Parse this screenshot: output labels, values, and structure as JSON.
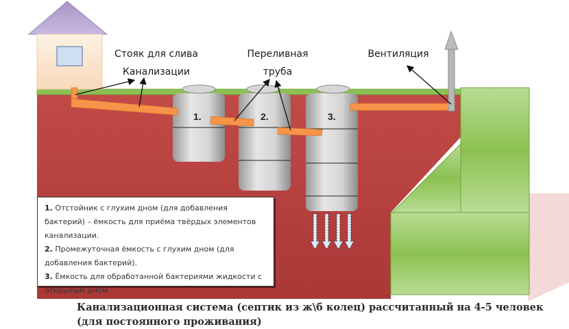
{
  "labels": {
    "riser_line1": "Стояк для слива",
    "riser_line2": "Канализации",
    "overflow_line1": "Переливная",
    "overflow_line2": "труба",
    "ventilation": "Вентиляция"
  },
  "tanks": [
    {
      "number": "1."
    },
    {
      "number": "2."
    },
    {
      "number": "3."
    }
  ],
  "legend": [
    {
      "num": "1.",
      "text": " Отстойник с глухим дном (для добавления бактерий) – ёмкость для приёма твёрдых элементов канализации."
    },
    {
      "num": "2.",
      "text": " Промежуточная ёмкость с глухим дном (для добавления бактерий)."
    },
    {
      "num": "3.",
      "text": " Ёмкость для обработанной бактериями жидкости с открытым дном."
    }
  ],
  "caption": "Канализационная система (септик из ж\\б колец) рассчитанный на 4-5 человек (для постоянного проживания)",
  "colors": {
    "soil": "#b5403f",
    "grass": "#8cc152",
    "pipe": "#f7944a",
    "ring": "#c8c8c8",
    "roof": "#b9a6d3",
    "wall": "#fbe3cb"
  }
}
